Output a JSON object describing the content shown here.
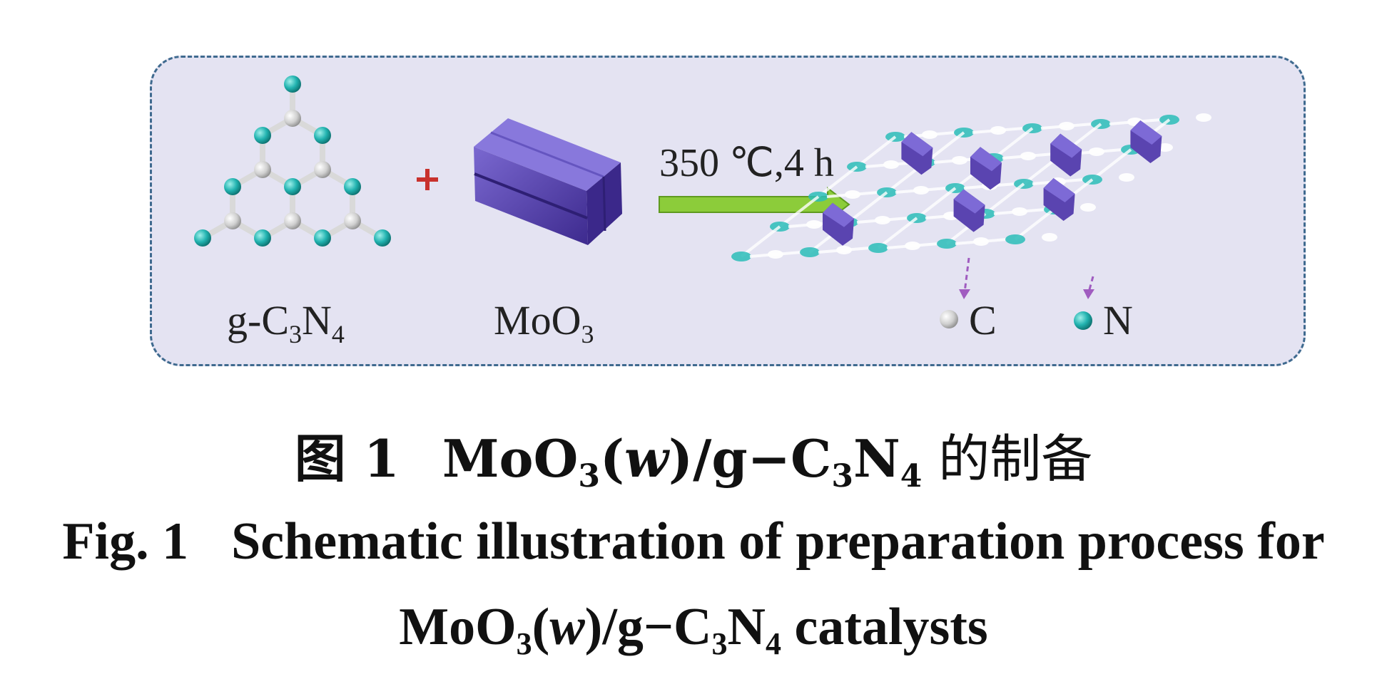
{
  "labels": {
    "reactant_a_prefix": "g-C",
    "reactant_a_n": "N",
    "reactant_a_sub1": "3",
    "reactant_a_sub2": "4",
    "plus": "+",
    "reactant_b": "MoO",
    "reactant_b_sub": "3",
    "condition": "350 ℃,4 h",
    "legend_c": "C",
    "legend_n": "N"
  },
  "colors": {
    "panel_bg": "#e4e3f2",
    "panel_border": "#3f6a8f",
    "carbon": "#d6d6d6",
    "nitrogen": "#22b3b0",
    "moo3": "#5a44b0",
    "arrow": "#8ccc3a",
    "plus": "#c8312d",
    "dashed_arrow": "#a05cc0"
  },
  "caption": {
    "cn_fig": "图 1",
    "cn_formula_a": "MoO",
    "cn_sub3": "3",
    "cn_paren_open": "(",
    "cn_w": "w",
    "cn_paren_close": ")/g−C",
    "cn_sub3b": "3",
    "cn_n": "N",
    "cn_sub4": "4",
    "cn_tail": " 的制备",
    "en_fig": "Fig. 1",
    "en_line1": "Schematic illustration of preparation process for",
    "en_formula_a": "MoO",
    "en_sub3": "3",
    "en_paren_open": "(",
    "en_w": "w",
    "en_paren_close": ")/g−C",
    "en_sub3b": "3",
    "en_n": "N",
    "en_sub4": "4",
    "en_tail": " catalysts"
  }
}
